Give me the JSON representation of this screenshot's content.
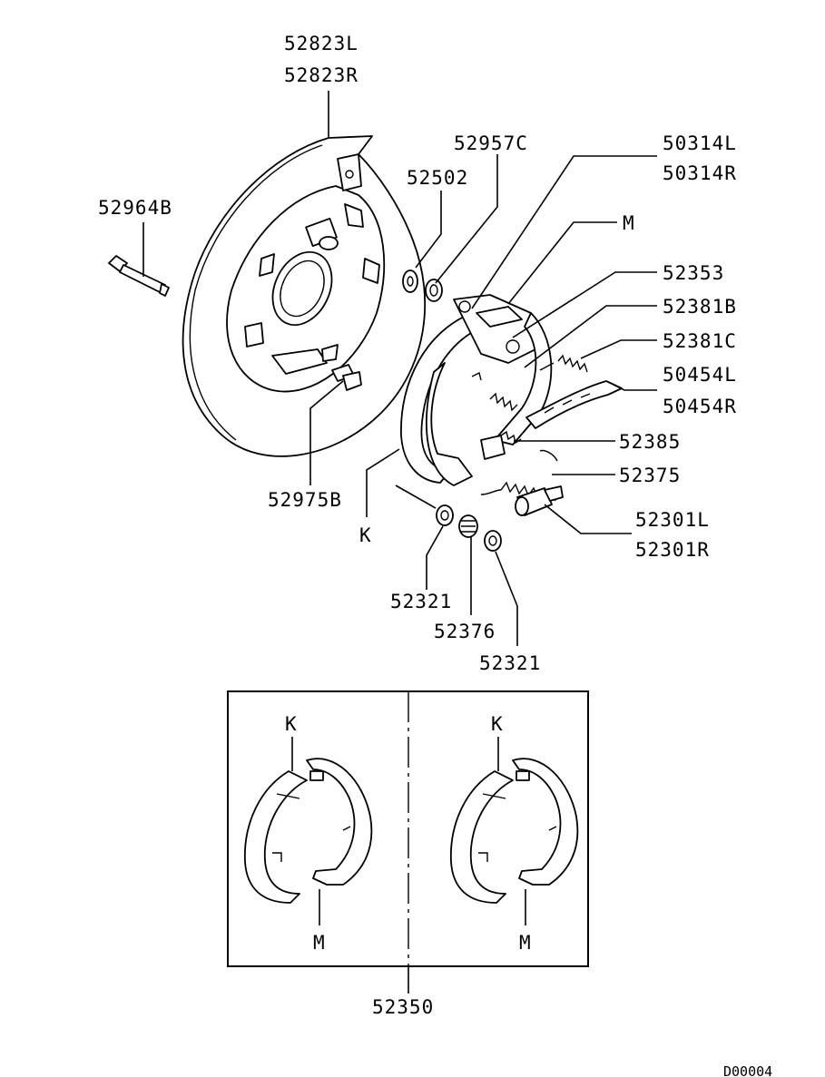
{
  "diagram": {
    "drawing_code": "D00004",
    "callouts": [
      {
        "id": "backing-plate",
        "lines": [
          "52823L",
          "52823R"
        ]
      },
      {
        "id": "bolt",
        "lines": [
          "52964B"
        ]
      },
      {
        "id": "washer-52502",
        "lines": [
          "52502"
        ]
      },
      {
        "id": "ring-52957c",
        "lines": [
          "52957C"
        ]
      },
      {
        "id": "lever-50314",
        "lines": [
          "50314L",
          "50314R"
        ]
      },
      {
        "id": "marker-m-top",
        "lines": [
          "M"
        ]
      },
      {
        "id": "part-52353",
        "lines": [
          "52353"
        ]
      },
      {
        "id": "spring-52381b",
        "lines": [
          "52381B"
        ]
      },
      {
        "id": "spring-52381c",
        "lines": [
          "52381C"
        ]
      },
      {
        "id": "strut-50454",
        "lines": [
          "50454L",
          "50454R"
        ]
      },
      {
        "id": "part-52385",
        "lines": [
          "52385"
        ]
      },
      {
        "id": "spring-52375",
        "lines": [
          "52375"
        ]
      },
      {
        "id": "adjuster-52301",
        "lines": [
          "52301L",
          "52301R"
        ]
      },
      {
        "id": "bolt-52975b",
        "lines": [
          "52975B"
        ]
      },
      {
        "id": "marker-k-top",
        "lines": [
          "K"
        ]
      },
      {
        "id": "cup-52321-a",
        "lines": [
          "52321"
        ]
      },
      {
        "id": "spring-52376",
        "lines": [
          "52376"
        ]
      },
      {
        "id": "cup-52321-b",
        "lines": [
          "52321"
        ]
      }
    ],
    "shoe_kit": {
      "code": "52350",
      "left_shoe": {
        "top_marker": "K",
        "bottom_marker": "M"
      },
      "right_shoe": {
        "top_marker": "K",
        "bottom_marker": "M"
      }
    }
  }
}
